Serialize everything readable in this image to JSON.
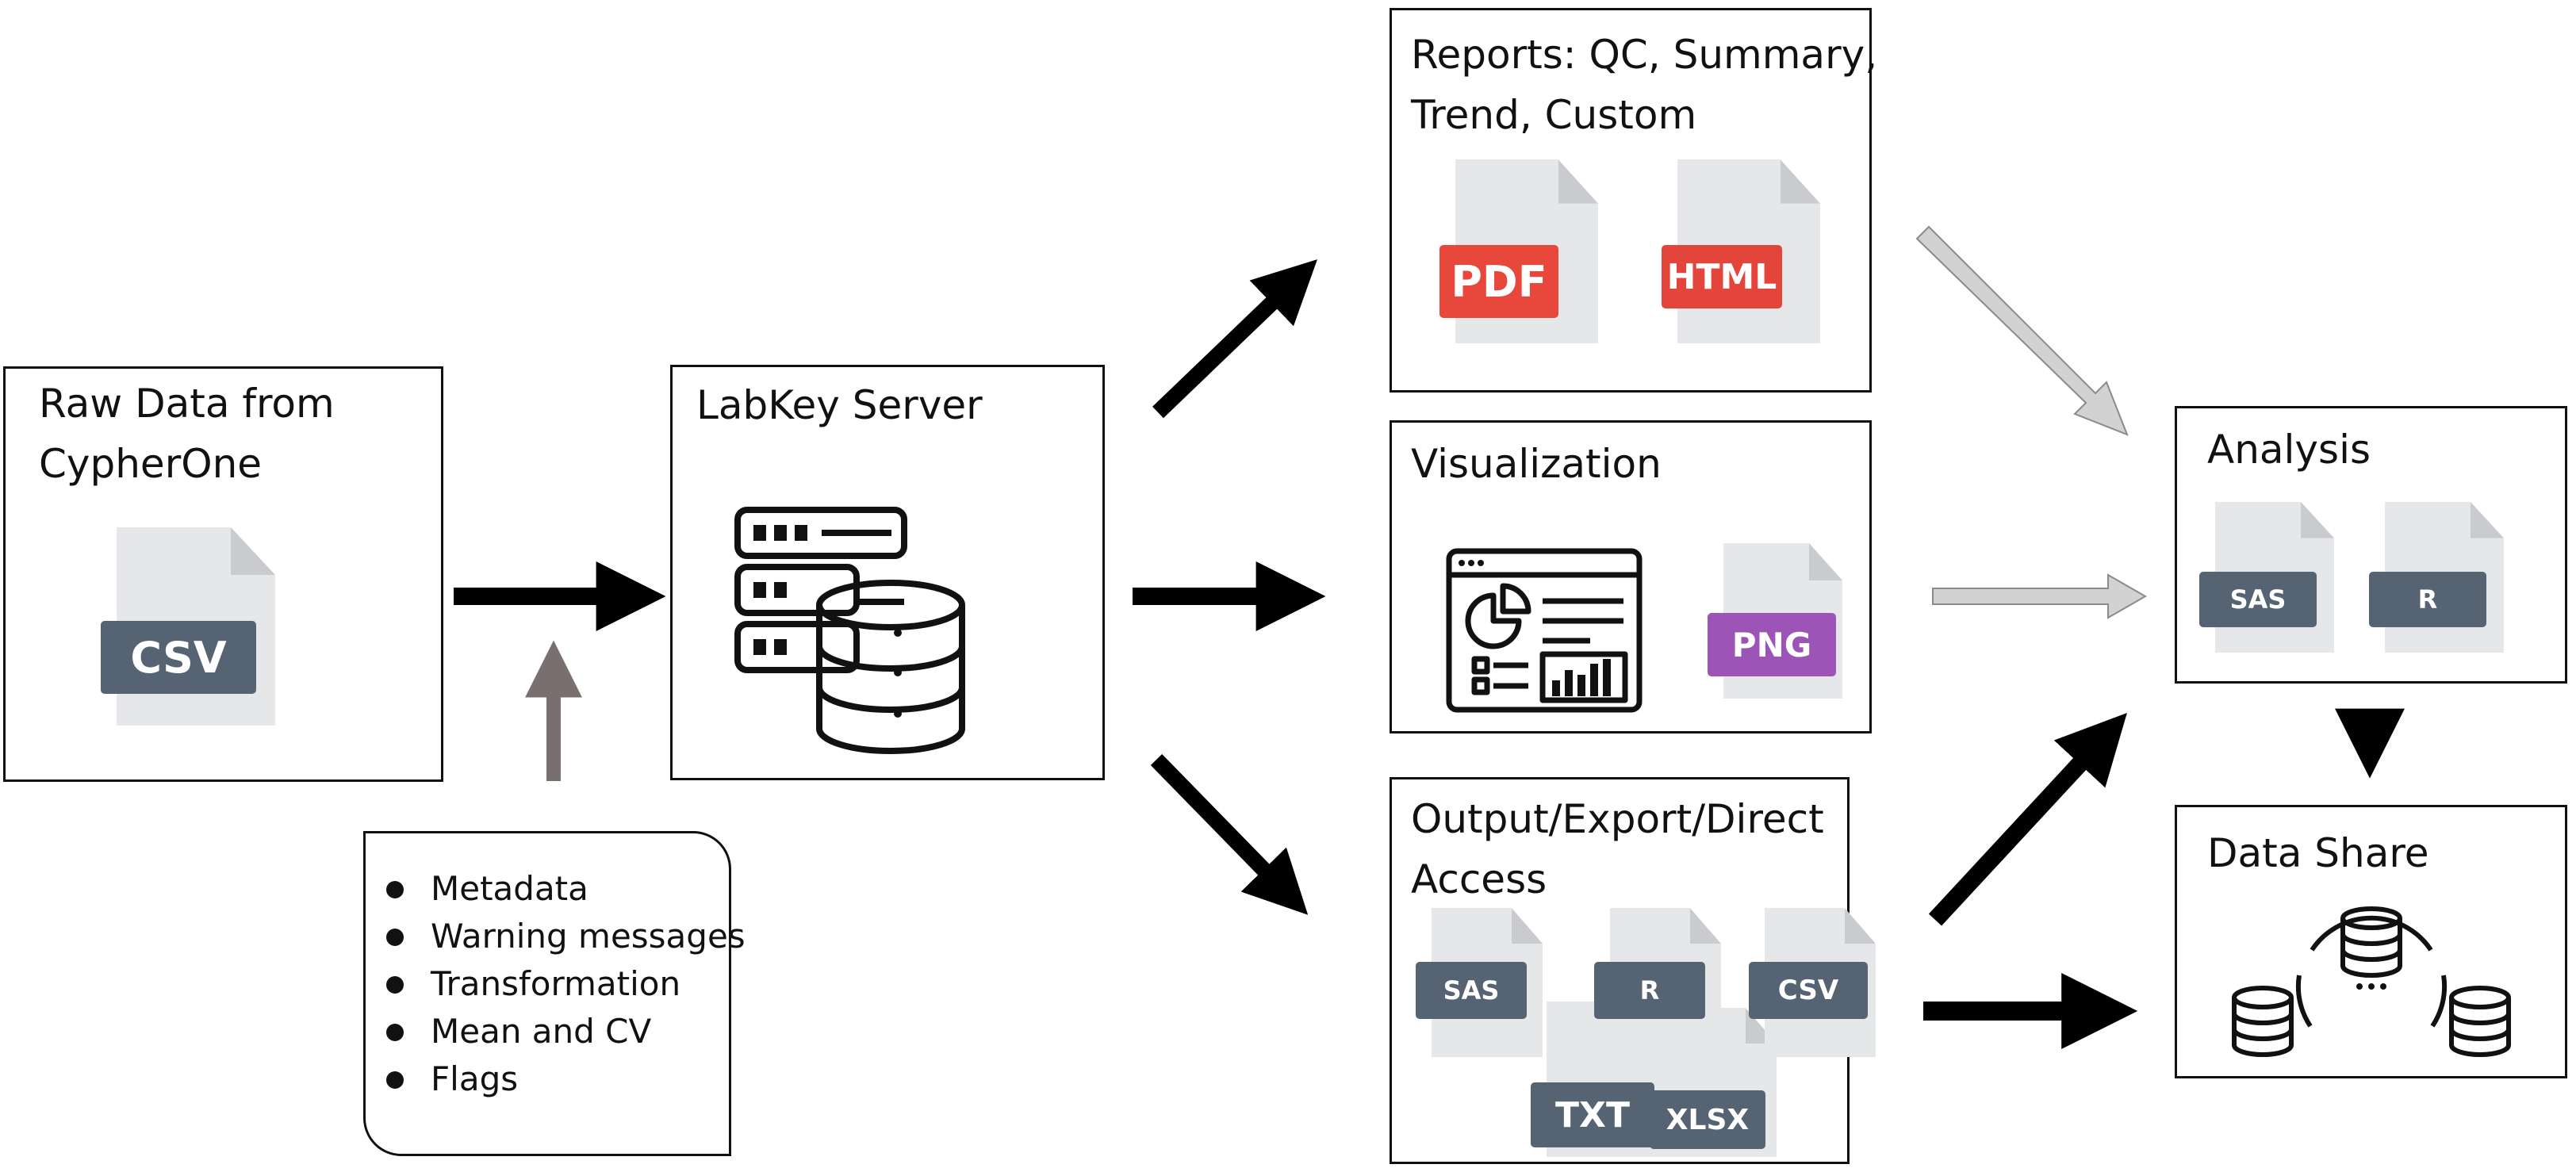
{
  "nodes": {
    "raw_data": {
      "title_lines": [
        "Raw Data from",
        "CypherOne"
      ]
    },
    "labkey": {
      "title": "LabKey Server"
    },
    "reports": {
      "title_lines": [
        "Reports: QC, Summary,",
        "Trend, Custom"
      ]
    },
    "visualization": {
      "title": "Visualization"
    },
    "output": {
      "title_lines": [
        "Output/Export/Direct",
        "Access"
      ]
    },
    "analysis": {
      "title": "Analysis"
    },
    "data_share": {
      "title": "Data Share"
    }
  },
  "metadata_items": [
    "Metadata",
    "Warning messages",
    "Transformation",
    "Mean and CV",
    "Flags"
  ],
  "file_labels": {
    "raw_csv": "CSV",
    "report_pdf": "PDF",
    "report_html": "HTML",
    "viz_png": "PNG",
    "analysis_sas": "SAS",
    "analysis_r": "R",
    "out_sas": "SAS",
    "out_r": "R",
    "out_csv": "CSV",
    "out_txt": "TXT",
    "out_xlsx": "XLSX"
  },
  "colors": {
    "tag_slate": "#556372",
    "tag_pdf": "#e8473b",
    "tag_html": "#e3453a",
    "tag_png": "#9c55b6",
    "arrow_black": "#000000",
    "arrow_gray": "#d2d2d2",
    "arrow_up": "#7a6f6f"
  },
  "icons": [
    "server-database-icon",
    "dashboard-icon",
    "data-share-network-icon",
    "file-icon"
  ]
}
